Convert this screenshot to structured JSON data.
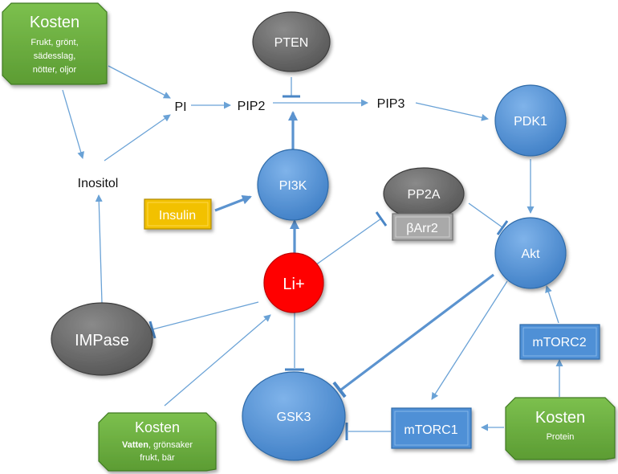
{
  "nodes": {
    "kosten_top": {
      "title": "Kosten",
      "lines": [
        "Frukt, grönt,",
        "sädesslag,",
        "nötter, oljor"
      ]
    },
    "kosten_bottom": {
      "title": "Kosten",
      "line1_bold": "Vatten",
      "line1_rest": ", grönsaker",
      "line2": "frukt, bär"
    },
    "kosten_right": {
      "title": "Kosten",
      "sub": "Protein"
    },
    "pten": "PTEN",
    "pi": "PI",
    "pip2": "PIP2",
    "pip3": "PIP3",
    "pdk1": "PDK1",
    "inositol": "Inositol",
    "insulin": "Insulin",
    "pi3k": "PI3K",
    "pp2a": "PP2A",
    "barr2": "βArr2",
    "akt": "Akt",
    "li": "Li+",
    "impase": "IMPase",
    "gsk3": "GSK3",
    "mtorc1": "mTORC1",
    "mtorc2": "mTORC2"
  },
  "colors": {
    "green": "#6aac3f",
    "blue": "#4f90d6",
    "grey": "#6b6b6b",
    "red": "#ff0000",
    "gold": "#f2c100",
    "arrr": "#a9a9a9",
    "edge": "#6aa2d6"
  }
}
